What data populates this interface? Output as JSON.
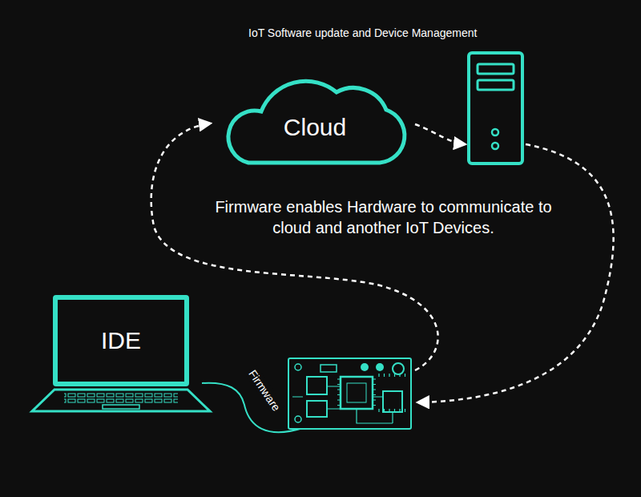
{
  "diagram": {
    "title": "IoT Software update and Device Management",
    "nodes": [
      {
        "text": [
          "Cloud"
        ]
      },
      {
        "text": [
          "IDE"
        ]
      }
    ],
    "labels": [
      "Firmware enables Hardware to communicate to cloud and another IoT Devices.",
      "Firmware"
    ]
  }
}
